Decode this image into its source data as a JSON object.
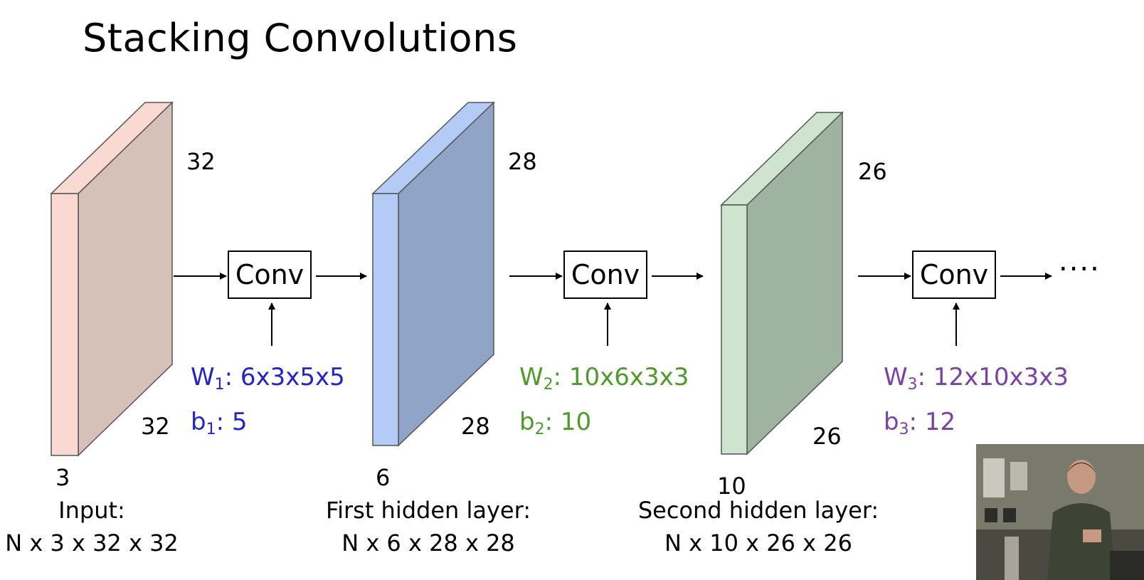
{
  "title": "Stacking Convolutions",
  "colors": {
    "input_front": "#fbd9d3",
    "input_side": "#d7c0b8",
    "hidden1_front": "#b4ccf5",
    "hidden1_side": "#8fa4c7",
    "hidden2_front": "#cfe4cf",
    "hidden2_side": "#9fb4a0",
    "w1": "#2424c8",
    "w2": "#4e9a2a",
    "w3": "#7a42a6"
  },
  "layers": [
    {
      "depth": "3",
      "height": "32",
      "width": "32",
      "caption_line1": "Input:",
      "caption_line2": "N x 3 x 32 x 32"
    },
    {
      "depth": "6",
      "height": "28",
      "width": "28",
      "caption_line1": "First hidden layer:",
      "caption_line2": "N x 6 x 28 x 28"
    },
    {
      "depth": "10",
      "height": "26",
      "width": "26",
      "caption_line1": "Second hidden layer:",
      "caption_line2": "N x 10 x 26 x 26"
    }
  ],
  "convs": [
    {
      "label": "Conv",
      "w_symbol": "W",
      "w_sub": "1",
      "w_value": ": 6x3x5x5",
      "b_symbol": "b",
      "b_sub": "1",
      "b_value": ": 5"
    },
    {
      "label": "Conv",
      "w_symbol": "W",
      "w_sub": "2",
      "w_value": ": 10x6x3x3",
      "b_symbol": "b",
      "b_sub": "2",
      "b_value": ": 10"
    },
    {
      "label": "Conv",
      "w_symbol": "W",
      "w_sub": "3",
      "w_value": ": 12x10x3x3",
      "b_symbol": "b",
      "b_sub": "3",
      "b_value": ": 12"
    }
  ],
  "ellipsis": "....",
  "webcam_overlay": "presenter-video"
}
